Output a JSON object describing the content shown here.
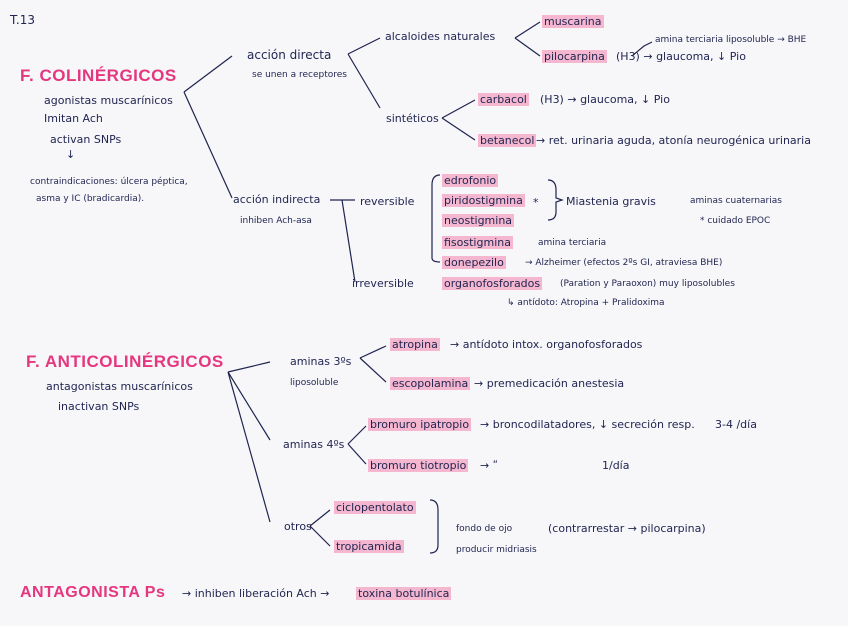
{
  "page_label": "T.13",
  "colinergicos": {
    "title": "F. COLINÉRGICOS",
    "desc1": "agonistas muscarínicos",
    "desc2": "Imitan Ach",
    "desc3": "activan SNPs",
    "arrow": "↓",
    "contra1": "contraindicaciones: úlcera péptica,",
    "contra2": "asma y IC (bradicardia).",
    "directa": "acción directa",
    "directa_sub": "se unen a receptores",
    "alcaloides": "alcaloides naturales",
    "muscarina": "muscarina",
    "pilocarpina": "pilocarpina",
    "pilo_note": "(H3) → glaucoma, ↓ Pio",
    "pilo_top": "amina terciaria liposoluble → BHE",
    "sinteticos": "sintéticos",
    "carbacol": "carbacol",
    "carbacol_note": "(H3) → glaucoma, ↓ Pio",
    "betanecol": "betanecol",
    "betanecol_note": "→ ret. urinaria aguda, atonía neurogénica urinaria",
    "indirecta": "acción indirecta",
    "indirecta_sub": "inhiben Ach-asa",
    "reversible": "reversible",
    "edrofonio": "edrofonio",
    "piridostigmina": "piridostigmina",
    "piri_star": "*",
    "neostigmina": "neostigmina",
    "miastenia": "Miastenia gravis",
    "aminas_cuat": "aminas cuaternarias",
    "cuidado": "* cuidado EPOC",
    "fisostigmina": "fisostigmina",
    "fiso_note": "amina terciaria",
    "donepezilo": "donepezilo",
    "done_note": "→ Alzheimer (efectos 2ºs GI, atraviesa BHE)",
    "irreversible": "irreversible",
    "organo": "organofosforados",
    "organo_note": "(Paration y Paraoxon) muy liposolubles",
    "antidoto": "↳ antídoto: Atropina + Pralidoxima"
  },
  "anticolinergicos": {
    "title": "F. ANTICOLINÉRGICOS",
    "desc1": "antagonistas muscarínicos",
    "desc2": "inactivan SNPs",
    "aminas3": "aminas 3ºs",
    "liposoluble": "liposoluble",
    "atropina": "atropina",
    "atropina_note": "→ antídoto intox. organofosforados",
    "escopolamina": "escopolamina",
    "esco_note": "→ premedicación anestesia",
    "aminas4": "aminas 4ºs",
    "ipatropio": "bromuro ipatropio",
    "ipa_note": "→ broncodilatadores, ↓ secreción resp.",
    "ipa_dose": "3-4 /día",
    "tiotropio": "bromuro tiotropio",
    "tio_note": "→ ʺ",
    "tio_dose": "1/día",
    "otros": "otros",
    "ciclopentolato": "ciclopentolato",
    "tropicamida": "tropicamida",
    "fondo": "fondo de ojo",
    "midriasis": "producir midriasis",
    "contra": "(contrarrestar → pilocarpina)"
  },
  "antagonista": {
    "title": "ANTAGONISTA Ps",
    "note": "→ inhiben liberación Ach →",
    "toxina": "toxina botulínica"
  }
}
